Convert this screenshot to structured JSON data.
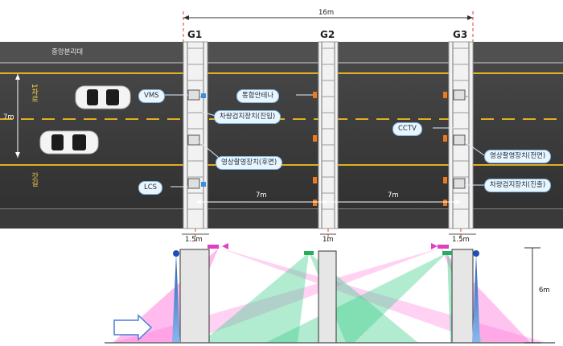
{
  "total_width": "16m",
  "gantries": [
    {
      "label": "G1"
    },
    {
      "label": "G2"
    },
    {
      "label": "G3"
    }
  ],
  "road": {
    "median_label": "중앙분리대",
    "lane1_label": "1차로",
    "shoulder_label": "갓길",
    "road_width": "7m"
  },
  "devices": {
    "vms": "VMS",
    "lcs": "LCS",
    "detector_entry": "차량검지장치(진입)",
    "camera_rear": "영상촬영장치(후면)",
    "antenna": "통합안테나",
    "cctv": "CCTV",
    "camera_front": "영상촬영장치(전면)",
    "detector_exit": "차량검지장치(진출)"
  },
  "spacing": {
    "g1_g2": "7m",
    "g2_g3": "7m"
  },
  "section": {
    "g1_width": "1.5m",
    "g2_width": "1m",
    "g3_width": "1.5m",
    "height": "6m"
  },
  "colors": {
    "road": "#3a3a3a",
    "lane_yellow": "#e0b020",
    "beam_magenta": "#ff69d8",
    "beam_green": "#3ccc8a",
    "pole_blue": "#3a7bd5",
    "device_orange": "#f07a1a"
  }
}
